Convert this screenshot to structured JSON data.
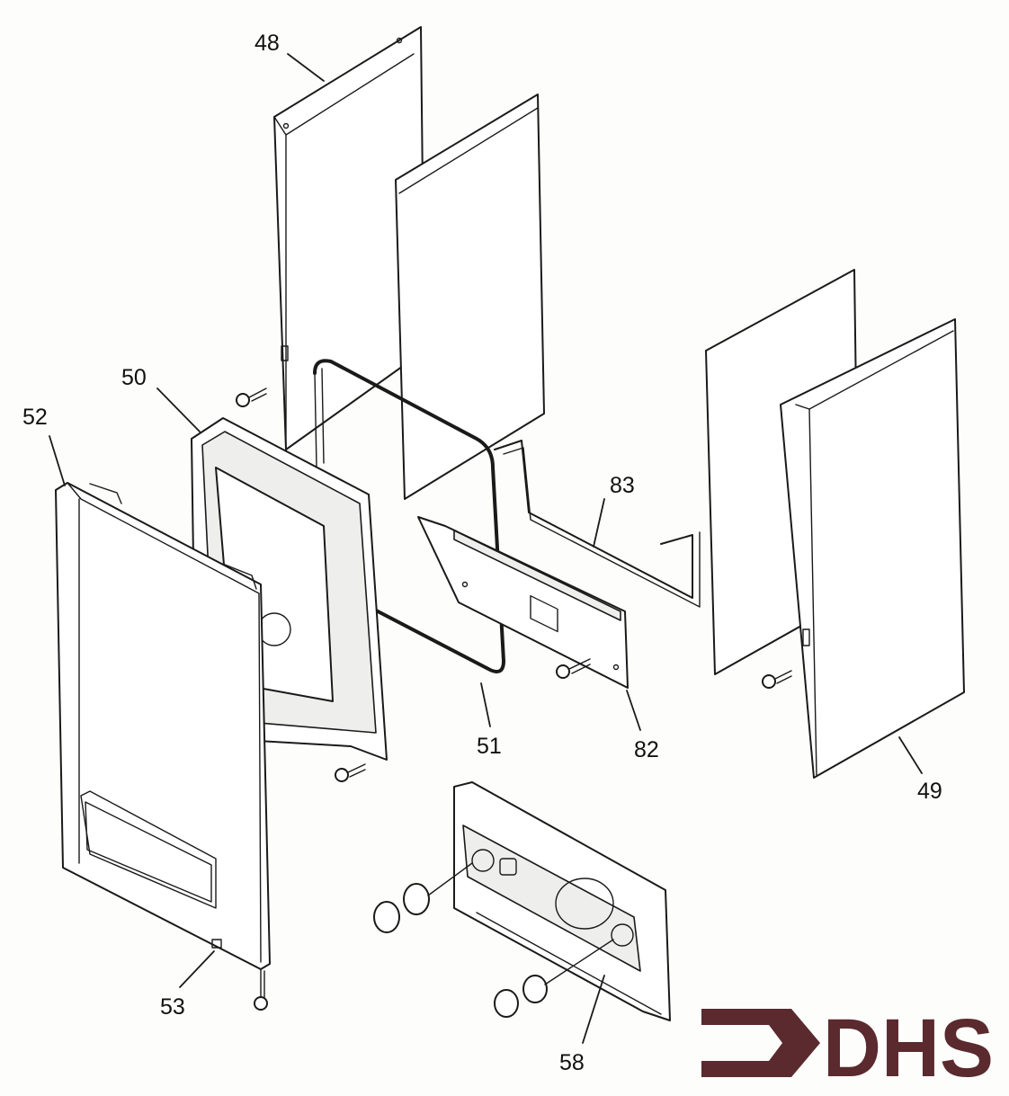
{
  "callouts": {
    "c48": "48",
    "c83": "83",
    "c50": "50",
    "c52": "52",
    "c51": "51",
    "c82": "82",
    "c49": "49",
    "c53": "53",
    "c58": "58"
  },
  "logo": {
    "text": "DHS",
    "color": "#5a2a2e"
  }
}
